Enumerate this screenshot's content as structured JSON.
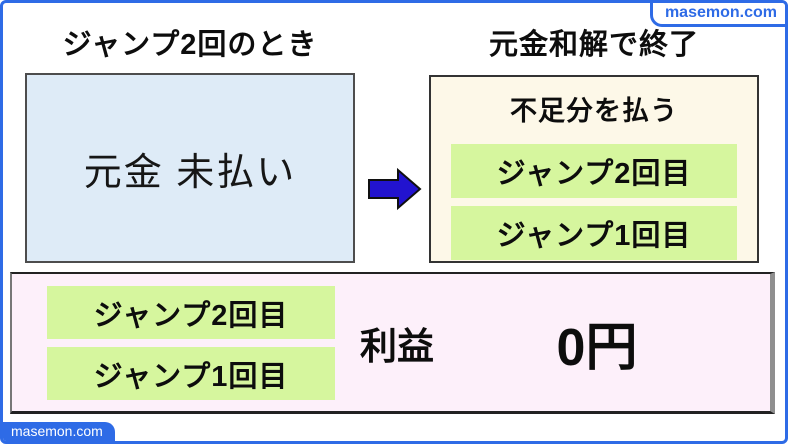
{
  "watermark": {
    "top_right": "masemon.com",
    "bottom_left": "masemon.com"
  },
  "colors": {
    "frame_blue": "#2e6be6",
    "arrow_blue": "#2213cf",
    "left_box_fill": "#deebf7",
    "right_box_fill": "#fdf8e8",
    "jump_fill": "#d6f69e",
    "bottom_box_fill": "#fdf0fa"
  },
  "left_panel": {
    "title": "ジャンプ2回のとき",
    "box_text": "元金 未払い"
  },
  "right_panel": {
    "title": "元金和解で終了",
    "heading": "不足分を払う",
    "items": [
      "ジャンプ2回目",
      "ジャンプ1回目"
    ]
  },
  "result_panel": {
    "items": [
      "ジャンプ2回目",
      "ジャンプ1回目"
    ],
    "label": "利益",
    "value": "0円"
  }
}
